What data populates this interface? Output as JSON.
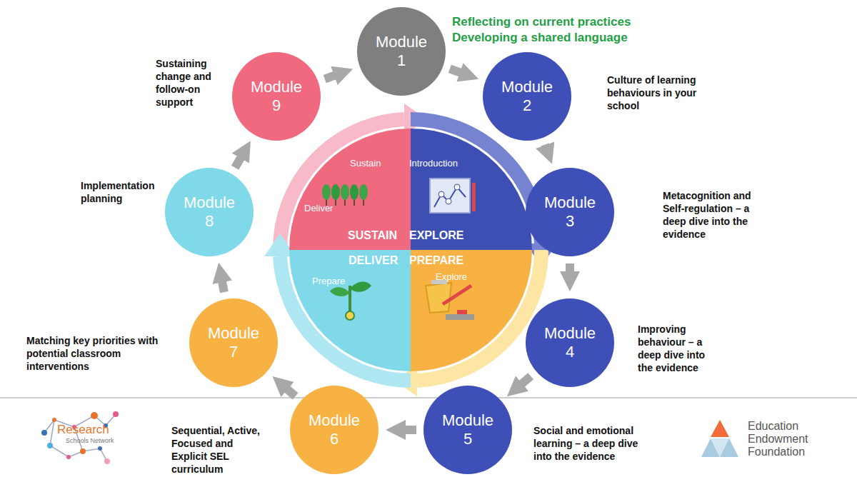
{
  "diagram": {
    "nodes": [
      {
        "text": [
          "Module 1",
          "Reflecting on current practices",
          "Developing a shared language"
        ]
      },
      {
        "text": [
          "Module 2",
          "Culture of learning behaviours in your school"
        ]
      },
      {
        "text": [
          "Module 3",
          "Metacognition and Self-regulation – a deep dive into the evidence"
        ]
      },
      {
        "text": [
          "Module 4",
          "Improving behaviour – a deep dive into the evidence"
        ]
      },
      {
        "text": [
          "Module 5",
          "Social and emotional learning – a deep dive into the evidence"
        ]
      },
      {
        "text": [
          "Module 6",
          "Sequential, Active, Focused and Explicit SEL curriculum"
        ]
      },
      {
        "text": [
          "Module 7",
          "Matching key priorities with potential classroom interventions"
        ]
      },
      {
        "text": [
          "Module 8",
          "Implementation planning"
        ]
      },
      {
        "text": [
          "Module 9",
          "Sustaining change and follow-on support"
        ]
      },
      {
        "text": [
          "Sustain",
          "Deliver",
          "SUSTAIN"
        ]
      },
      {
        "text": [
          "Introduction",
          "EXPLORE"
        ]
      },
      {
        "text": [
          "DELIVER",
          "Prepare"
        ]
      },
      {
        "text": [
          "PREPARE",
          "Explore"
        ]
      }
    ],
    "edges": [
      {
        "from": 0,
        "to": 1,
        "arrow": "to"
      },
      {
        "from": 1,
        "to": 2,
        "arrow": "to"
      },
      {
        "from": 2,
        "to": 3,
        "arrow": "to"
      },
      {
        "from": 3,
        "to": 4,
        "arrow": "to"
      },
      {
        "from": 4,
        "to": 5,
        "arrow": "to"
      },
      {
        "from": 5,
        "to": 6,
        "arrow": "to"
      },
      {
        "from": 6,
        "to": 7,
        "arrow": "to"
      },
      {
        "from": 7,
        "to": 8,
        "arrow": "to"
      },
      {
        "from": 8,
        "to": 0,
        "arrow": "to"
      }
    ],
    "labels": [
      "Research",
      "Schools Network",
      "Education Endowment Foundation"
    ]
  }
}
